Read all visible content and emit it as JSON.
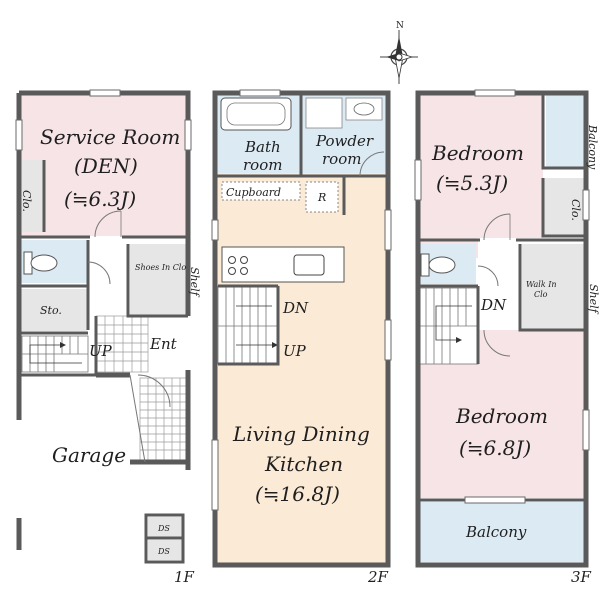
{
  "compass": {
    "label": "N"
  },
  "floors": {
    "f1": "1F",
    "f2": "2F",
    "f3": "3F"
  },
  "rooms": {
    "service_room": {
      "name": "Service Room",
      "sub": "(DEN)",
      "size": "(≒6.3J)"
    },
    "clo_1f": "Clo.",
    "sto": "Sto.",
    "shoes_in_clo": "Shoes In Clo",
    "shelf_1f": "Shelf",
    "ent": "Ent",
    "up_1f": "UP",
    "garage": "Garage",
    "ds1": "DS",
    "ds2": "DS",
    "bath_room": {
      "line1": "Bath",
      "line2": "room"
    },
    "powder_room": {
      "line1": "Powder",
      "line2": "room"
    },
    "cupboard": "Cupboard",
    "r": "R",
    "dn_2f": "DN",
    "up_2f": "UP",
    "ldk": {
      "line1": "Living Dining",
      "line2": "Kitchen",
      "size": "(≒16.8J)"
    },
    "balcony_small": "Balcony",
    "bedroom_a": {
      "name": "Bedroom",
      "size": "(≒5.3J)"
    },
    "clo_3f": "Clo.",
    "walk_in_clo": {
      "line1": "Walk In",
      "line2": "Clo"
    },
    "shelf_3f": "Shelf",
    "dn_3f": "DN",
    "bedroom_b": {
      "name": "Bedroom",
      "size": "(≒6.8J)"
    },
    "balcony_large": "Balcony"
  },
  "colors": {
    "pink": "#f7e4e6",
    "beige": "#fbead5",
    "blue": "#dceaf4",
    "gray": "#e6e6e6",
    "wall": "#5a5a5a"
  }
}
